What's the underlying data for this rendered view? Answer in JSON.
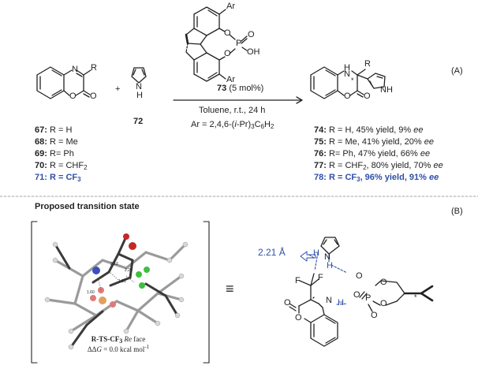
{
  "catalyst": {
    "number": "73",
    "loading": "(5 mol%)",
    "ar_label": "Ar",
    "o": "O",
    "p": "P",
    "oh": "OH"
  },
  "conditions": {
    "line1": "Toluene, r.t., 24 h",
    "ar_def_prefix": "Ar = 2,4,6-(",
    "ar_def_italic": "i",
    "ar_def_mid": "-Pr)",
    "ar_sub1": "3",
    "ar_mid2": "C",
    "ar_sub2": "6",
    "ar_mid3": "H",
    "ar_sub3": "2"
  },
  "labels": {
    "panel_a": "(A)",
    "panel_b": "(B)",
    "plus": "+",
    "pyrrole_number": "72",
    "proposed_ts": "Proposed transition state",
    "distance": "2.21 Å",
    "equiv": "≡"
  },
  "atoms": {
    "n": "N",
    "o": "O",
    "r": "R",
    "h": "H",
    "nh": "N",
    "hh": "H",
    "f": "F",
    "star": "*"
  },
  "substrates": [
    {
      "num": "67:",
      "text": " R = H",
      "highlight": false
    },
    {
      "num": "68:",
      "text": " R = Me",
      "highlight": false
    },
    {
      "num": "69:",
      "text": " R= Ph",
      "highlight": false
    },
    {
      "num": "70:",
      "text": " R = CHF",
      "sub": "2",
      "highlight": false
    },
    {
      "num": "71:",
      "text": " R = CF",
      "sub": "3",
      "highlight": true
    }
  ],
  "products": [
    {
      "num": "74:",
      "text": " R = H, 45% yield, 9% ",
      "ee": "ee",
      "highlight": false
    },
    {
      "num": "75:",
      "text": " R = Me, 41% yield, 20% ",
      "ee": "ee",
      "highlight": false
    },
    {
      "num": "76:",
      "text": " R= Ph, 47% yield, 66% ",
      "ee": "ee",
      "highlight": false
    },
    {
      "num": "77:",
      "text": " R = CHF",
      "sub": "2",
      "text2": ", 80% yield, 70% ",
      "ee": "ee",
      "highlight": false
    },
    {
      "num": "78:",
      "text": " R = CF",
      "sub": "3",
      "text2": ", 96% yield, 91% ",
      "ee": "ee",
      "highlight": true
    }
  ],
  "ts_caption": {
    "name": "R-TS-CF",
    "name_sub": "3",
    "face": "Re",
    "face_suffix": " face",
    "energy_prefix": "ΔΔ",
    "energy_g": "G",
    "energy_value": " = 0.0 kcal mol",
    "energy_sup": "-1"
  },
  "ts_distances": [
    "2.12",
    "2.21",
    "1.81",
    "1.60"
  ],
  "colors": {
    "highlight": "#2f4fa8",
    "hbond": "#2f4fa8",
    "bond": "#222222"
  }
}
